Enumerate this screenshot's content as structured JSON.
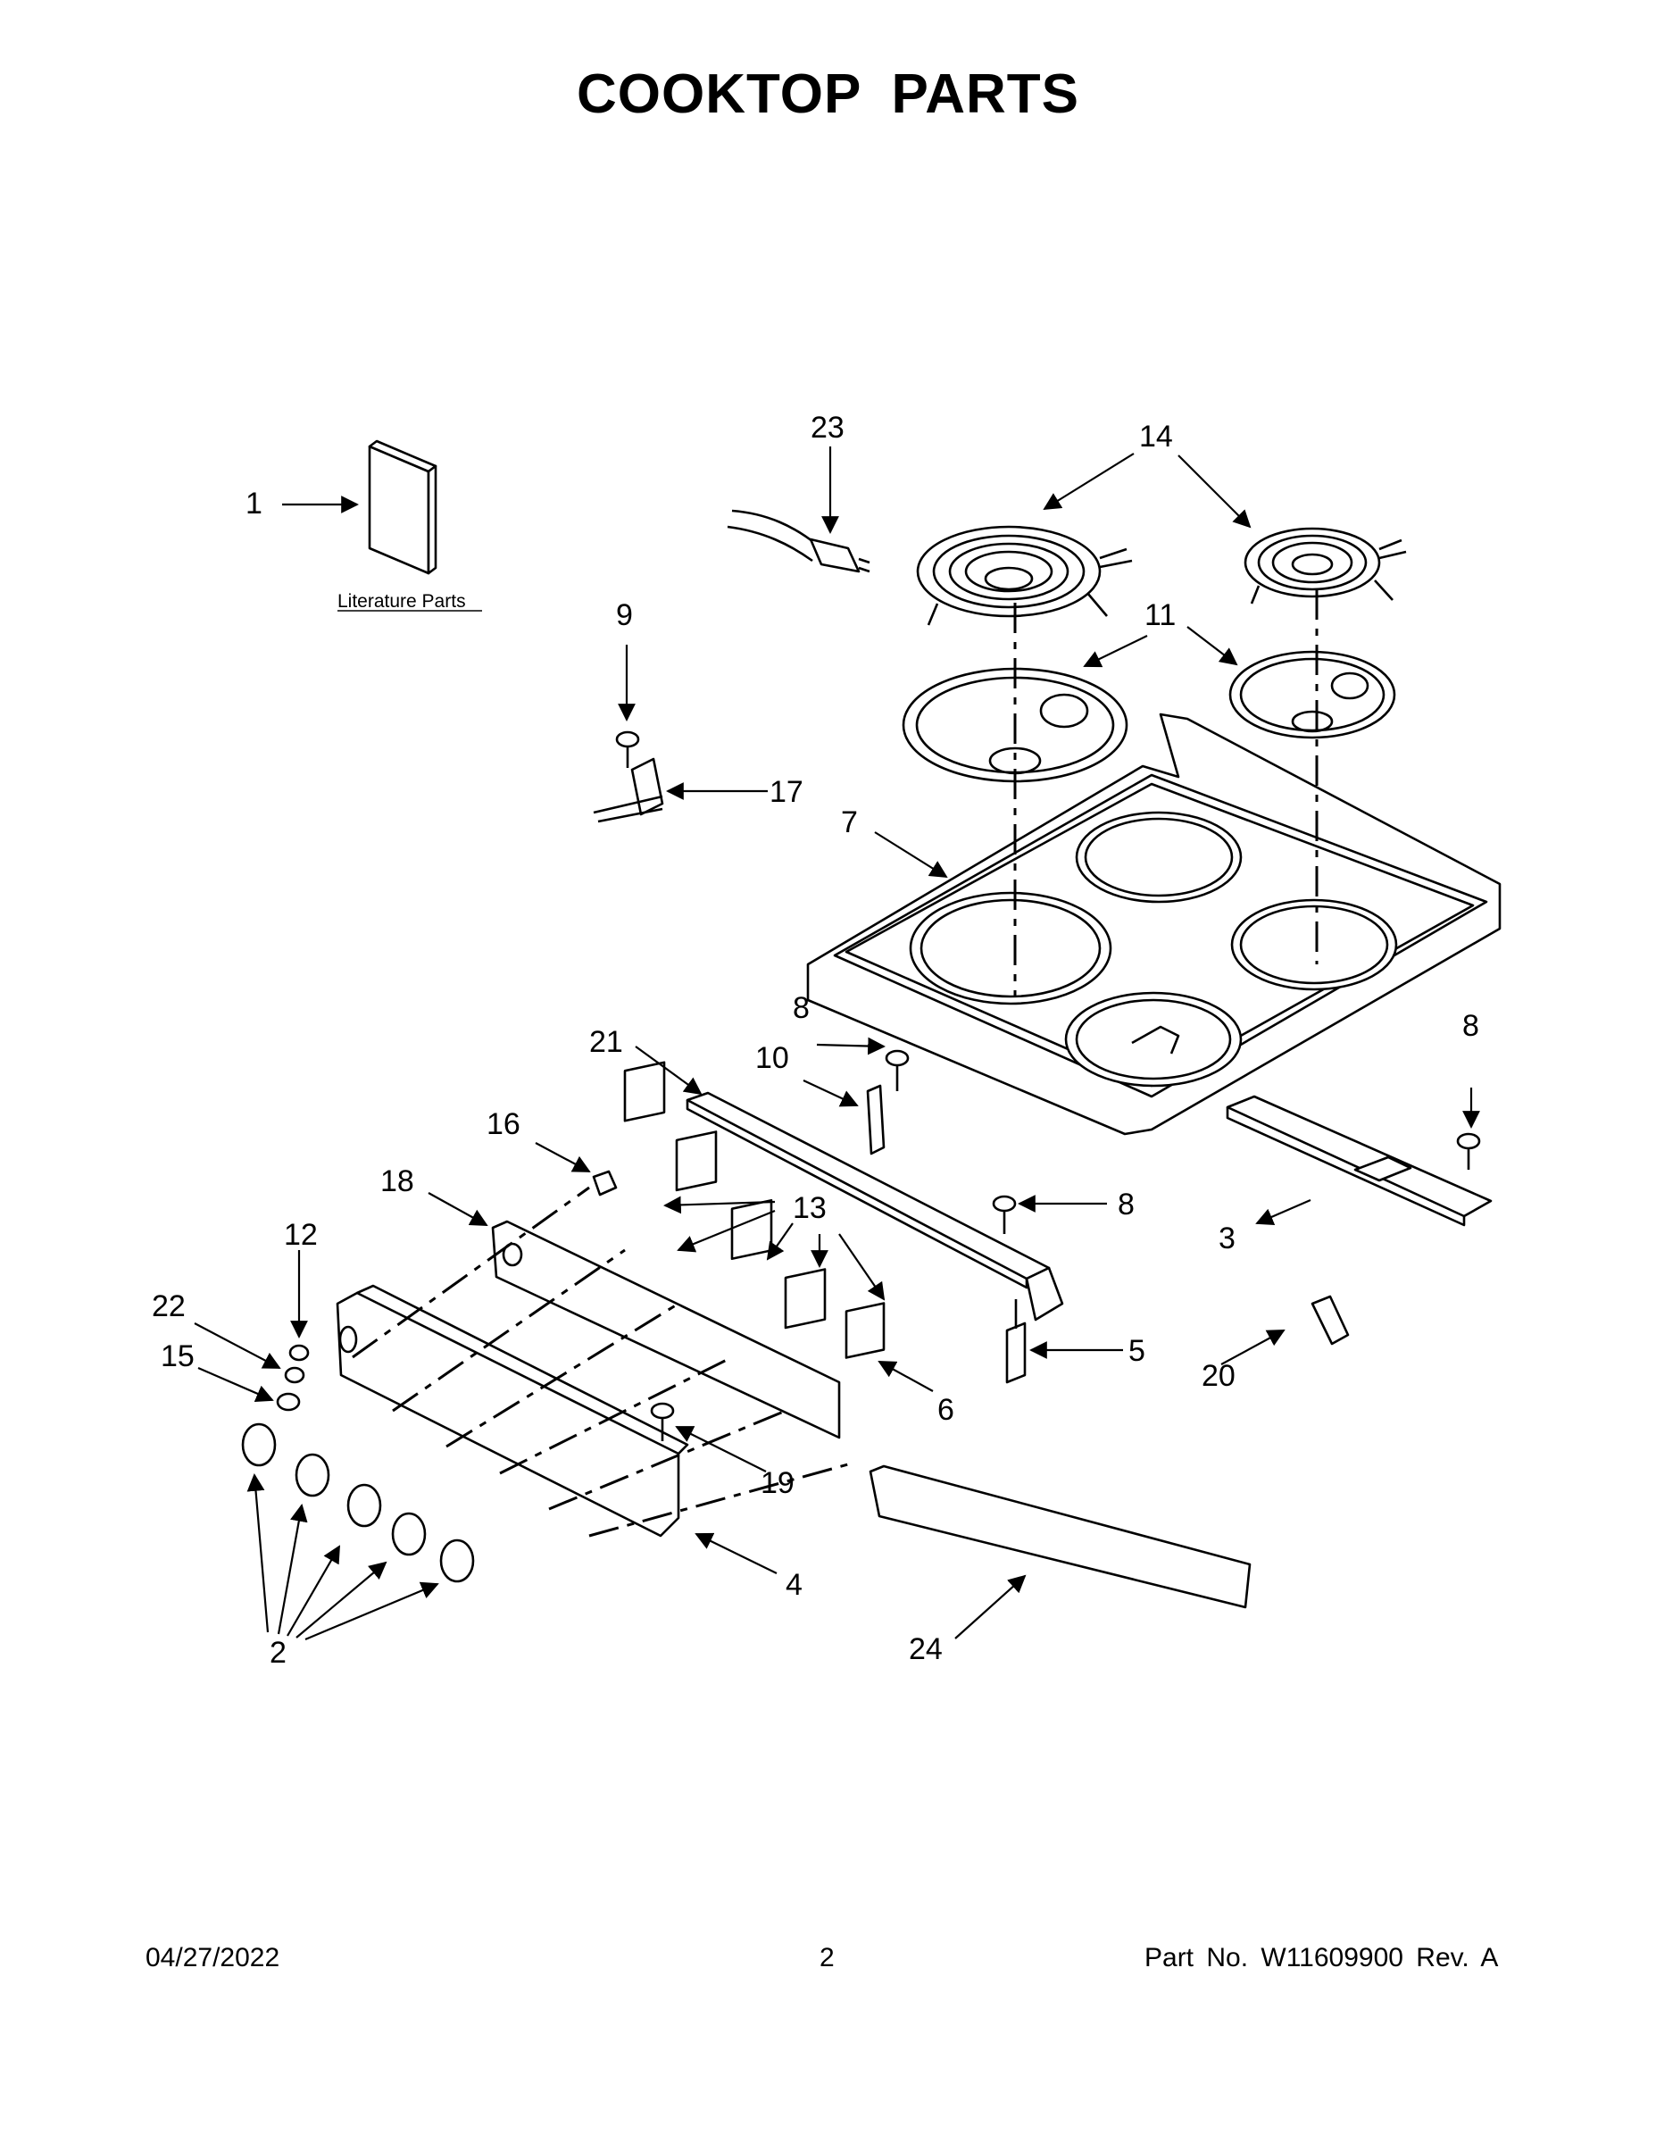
{
  "title": "COOKTOP PARTS",
  "literature_label": "Literature Parts",
  "callouts": {
    "c1": "1",
    "c2": "2",
    "c3": "3",
    "c4": "4",
    "c5": "5",
    "c6": "6",
    "c7": "7",
    "c8a": "8",
    "c8b": "8",
    "c8c": "8",
    "c9": "9",
    "c10": "10",
    "c11": "11",
    "c12": "12",
    "c13": "13",
    "c14": "14",
    "c15": "15",
    "c16": "16",
    "c17": "17",
    "c18": "18",
    "c19": "19",
    "c20": "20",
    "c21": "21",
    "c22": "22",
    "c23": "23",
    "c24": "24"
  },
  "footer": {
    "date": "04/27/2022",
    "page": "2",
    "part_no": "Part No.  W11609900  Rev.  A"
  }
}
